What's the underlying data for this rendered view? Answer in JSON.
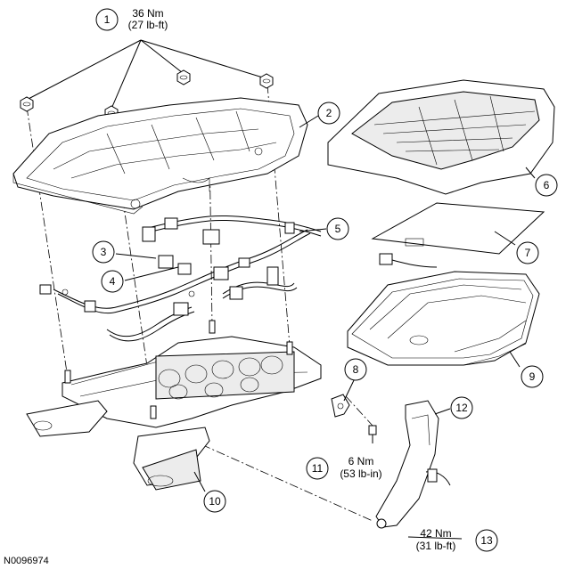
{
  "callouts": [
    {
      "num": "1",
      "torque_line1": "36 Nm",
      "torque_line2": "(27 lb-ft)"
    },
    {
      "num": "2"
    },
    {
      "num": "3"
    },
    {
      "num": "4"
    },
    {
      "num": "5"
    },
    {
      "num": "6"
    },
    {
      "num": "7"
    },
    {
      "num": "8"
    },
    {
      "num": "9"
    },
    {
      "num": "10"
    },
    {
      "num": "11",
      "torque_line1": "6 Nm",
      "torque_line2": "(53 lb-in)"
    },
    {
      "num": "12"
    },
    {
      "num": "13",
      "torque_line1": "42 Nm",
      "torque_line2": "(31 lb-ft)"
    }
  ],
  "figure_id": "N0096974"
}
